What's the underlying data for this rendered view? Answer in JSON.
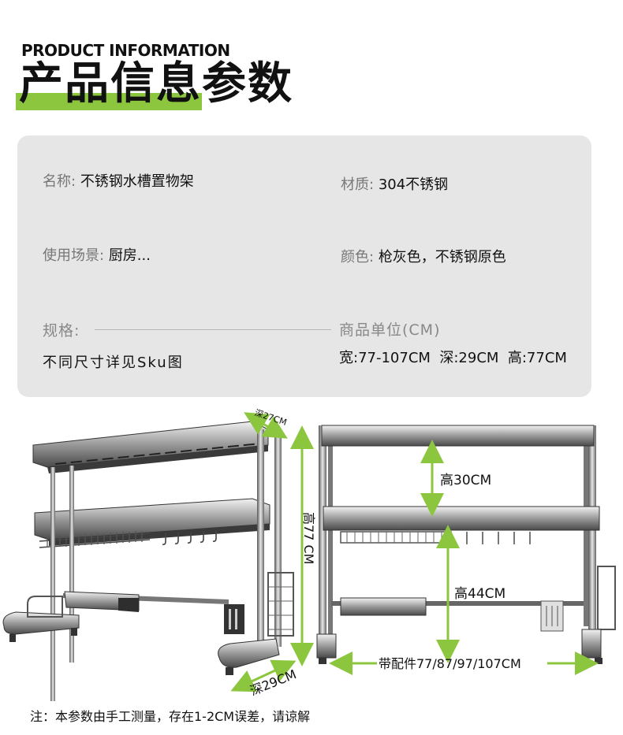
{
  "header": {
    "eng_title": "PRODUCT INFORMATION",
    "cn_title": "产品信息参数"
  },
  "info": {
    "name_label": "名称:",
    "name_value": "不锈钢水槽置物架",
    "material_label": "材质:",
    "material_value": "304不锈钢",
    "scene_label": "使用场景:",
    "scene_value": "厨房...",
    "color_label": "颜色:",
    "color_value": "枪灰色，不锈钢原色",
    "spec_label": "规格:",
    "spec_value": "不同尺寸详见Sku图",
    "unit_label": "商品单位(CM)",
    "dimensions": "宽:77-107CM  深:29CM  高:77CM"
  },
  "diagram": {
    "left": {
      "depth_top": "深27CM",
      "height": "高77 CM",
      "depth_bottom": "深29CM"
    },
    "right": {
      "tier_gap": "高30CM",
      "lower_height": "高44CM",
      "width_options": "带配件77/87/97/107CM"
    }
  },
  "footer": {
    "note": "注：本参数由手工测量，存在1-2CM误差，请谅解"
  },
  "colors": {
    "accent_green": "#8cc63f",
    "panel_bg": "#e6e6e6",
    "arrow_green": "#8cc63f"
  }
}
